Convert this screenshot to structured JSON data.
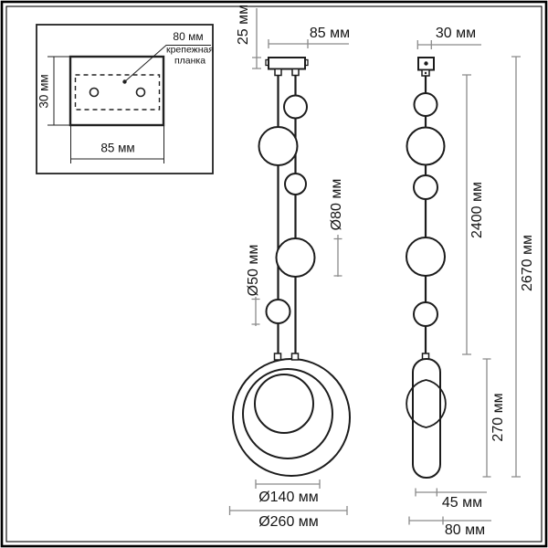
{
  "colors": {
    "background": "#ffffff",
    "outline": "#1c1c1c",
    "dimension_line": "#8a8a8a",
    "inset_line": "#222222",
    "text": "#141414"
  },
  "inset": {
    "bracket_width_label": "80 мм",
    "bracket_name_line1": "крепежная",
    "bracket_name_line2": "планка",
    "plate_height_label": "30 мм",
    "plate_width_label": "85 мм"
  },
  "front_view": {
    "canopy_height_label": "25 мм",
    "canopy_width_label": "85 мм",
    "large_sphere_diameter_label": "Ø80 мм",
    "small_sphere_diameter_label": "Ø50 мм",
    "inner_ring_diameter_label": "Ø140 мм",
    "outer_ring_diameter_label": "Ø260 мм"
  },
  "side_view": {
    "canopy_depth_label": "30 мм",
    "cable_length_label": "2400 мм",
    "total_height_label": "2670 мм",
    "ring_height_label": "270 мм",
    "ring_width_label": "45 мм",
    "ring_depth_label": "80 мм"
  }
}
